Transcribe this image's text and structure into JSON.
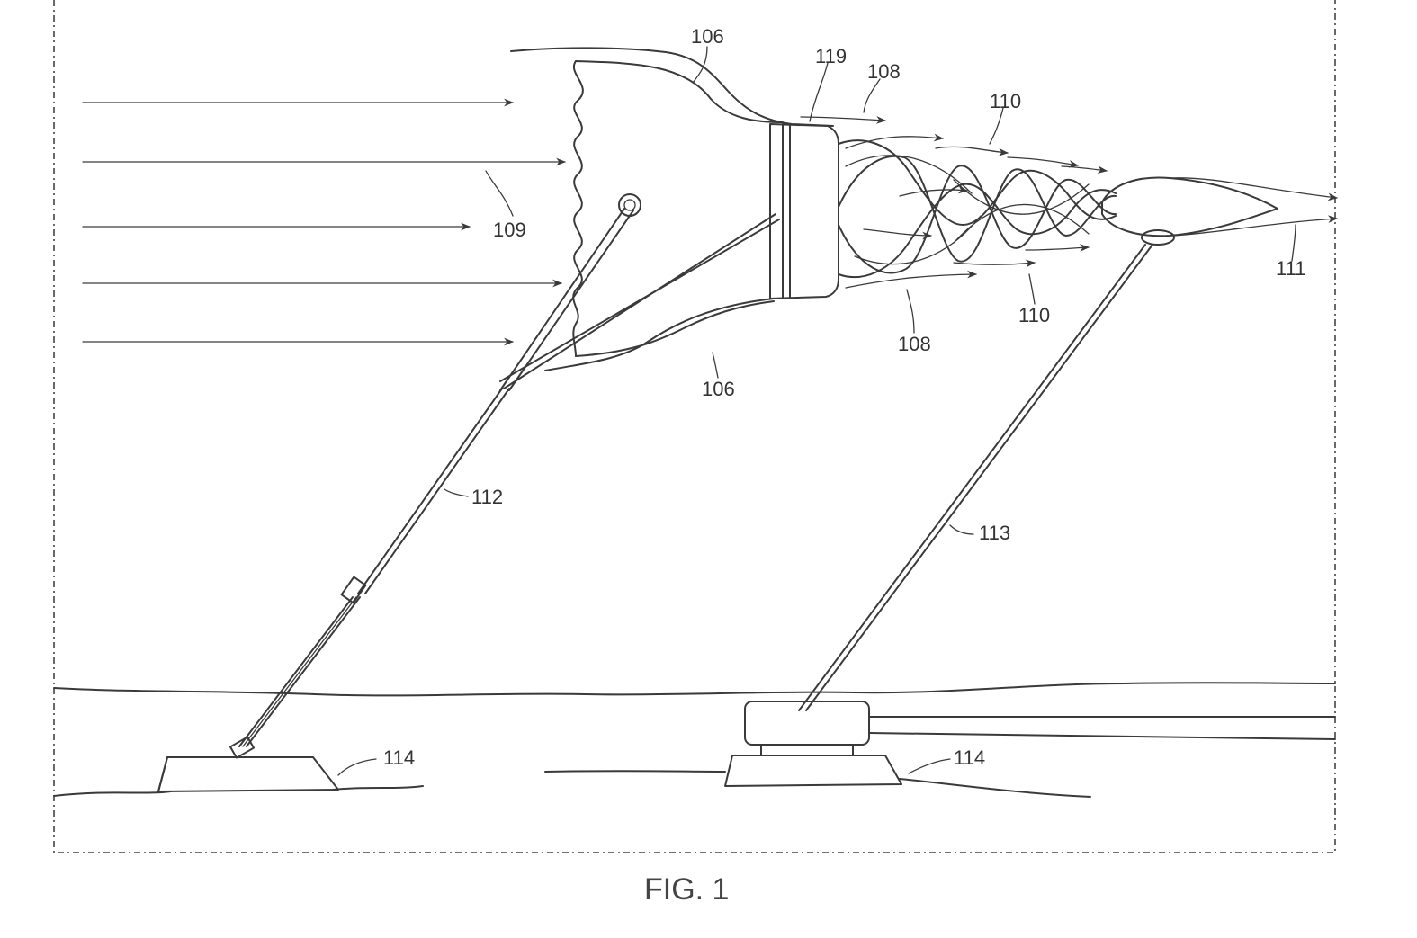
{
  "figure": {
    "caption": "FIG. 1",
    "labels": {
      "l106_top": "106",
      "l106_bottom": "106",
      "l108_top": "108",
      "l108_bottom": "108",
      "l109": "109",
      "l110_top": "110",
      "l110_bottom": "110",
      "l111": "111",
      "l112": "112",
      "l113": "113",
      "l114_left": "114",
      "l114_right": "114",
      "l119": "119"
    }
  }
}
